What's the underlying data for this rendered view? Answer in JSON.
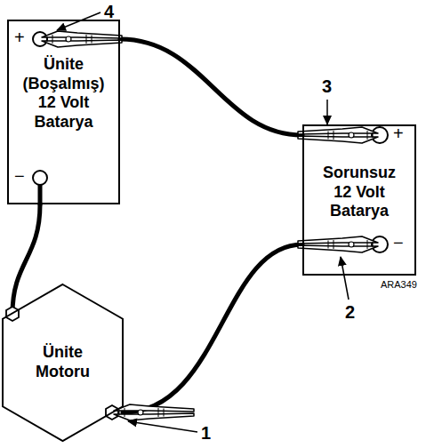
{
  "diagram": {
    "nodes": [
      {
        "text": [
          "Ünite (Boşalmış) 12 Volt Batarya"
        ]
      },
      {
        "text": [
          "Sorunsuz 12 Volt Batarya"
        ]
      },
      {
        "text": [
          "Ünite Motoru"
        ]
      }
    ],
    "edges": [
      {
        "from": 0,
        "to": 1,
        "arrow": "none"
      },
      {
        "from": 0,
        "to": 2,
        "arrow": "none"
      },
      {
        "from": 1,
        "to": 2,
        "arrow": "none"
      }
    ],
    "labels": [
      "+",
      "−",
      "+",
      "−",
      "1",
      "2",
      "3",
      "4",
      "ARA349"
    ]
  }
}
